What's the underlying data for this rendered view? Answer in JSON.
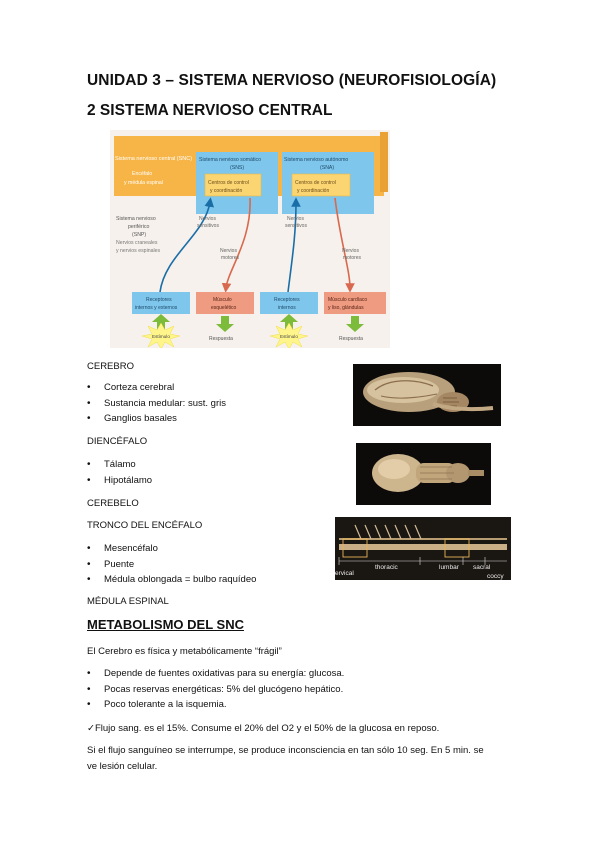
{
  "headings": {
    "unit": "UNIDAD 3 – SISTEMA NERVIOSO (NEUROFISIOLOGÍA)",
    "section": "2 SISTEMA NERVIOSO CENTRAL",
    "metabolism": "METABOLISMO DEL SNC"
  },
  "diagram": {
    "snc_title": "Sistema nervioso central (SNC)",
    "snc_sub1": "Encéfalo",
    "snc_sub2": "y médula espinal",
    "sns_title": "Sistema nervioso somático",
    "sns_abbr": "(SNS)",
    "sna_title": "Sistema nervioso autónomo",
    "sna_abbr": "(SNA)",
    "control_1": "Centros de control",
    "control_2": "y coordinación",
    "snp_1": "Sistema nervioso",
    "snp_2": "periférico",
    "snp_3": "(SNP)",
    "snp_4": "Nervios craneales",
    "snp_5": "y nervios espinales",
    "nerv_sens_1": "Nervios",
    "nerv_sens_2": "sensitivos",
    "nerv_mot_1": "Nervios",
    "nerv_mot_2": "motores",
    "rec_ext_1": "Receptores",
    "rec_ext_2": "internos y externos",
    "musc_esq_1": "Músculo",
    "musc_esq_2": "esquelético",
    "rec_int_1": "Receptores",
    "rec_int_2": "internos",
    "musc_card_1": "Músculo cardíaco",
    "musc_card_2": "y liso, glándulas",
    "estimulo": "Estímulo",
    "respuesta": "Respuesta"
  },
  "cerebro": {
    "label": "CEREBRO",
    "items": [
      "Corteza cerebral",
      "Sustancia medular: sust. gris",
      "Ganglios basales"
    ]
  },
  "diencefalo": {
    "label": "DIENCÉFALO",
    "items": [
      "Tálamo",
      "Hipotálamo"
    ]
  },
  "cerebelo": {
    "label": "CEREBELO"
  },
  "tronco": {
    "label": "TRONCO DEL ENCÉFALO",
    "items": [
      "Mesencéfalo",
      "Puente",
      "Médula oblongada = bulbo raquídeo"
    ]
  },
  "medula": {
    "label": "MÉDULA ESPINAL"
  },
  "spine_labels": {
    "cervical": "ervical",
    "thoracic": "thoracic",
    "lumbar": "lumbar",
    "sacral": "sacral",
    "coccy": "coccy"
  },
  "metabolismo": {
    "intro": "El Cerebro es física y metabólicamente “frágil”",
    "items": [
      "Depende de fuentes oxidativas para su energía: glucosa.",
      "Pocas reservas energéticas: 5% del glucógeno hepático.",
      "Poco tolerante a la isquemia."
    ],
    "flow_note": "✓Flujo sang. es el 15%. Consume el 20% del O2 y el 50% de la glucosa en reposo.",
    "final_1": "Si el flujo sanguíneo se interrumpe, se produce inconsciencia en tan sólo 10 seg. En 5 min. se",
    "final_2": "ve lesión celular."
  },
  "colors": {
    "snc_orange": "#f7b547",
    "blue_box": "#7fc6ec",
    "inner_box": "#fbd572",
    "muscle_box": "#ee9b82",
    "sensory_arrow": "#1a6ea8",
    "motor_arrow": "#d8694e",
    "response_arrow": "#7dbb3b",
    "burst": "#fff58a"
  }
}
